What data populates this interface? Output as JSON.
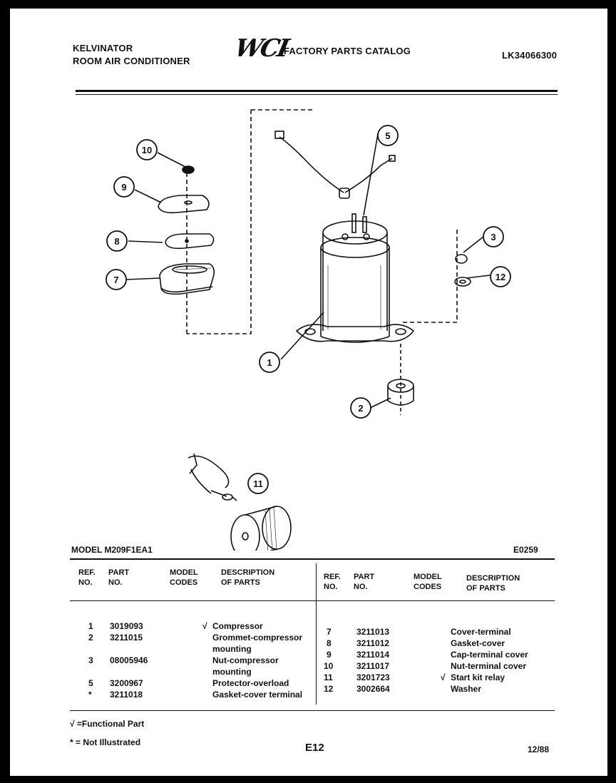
{
  "header": {
    "brand_line1": "KELVINATOR",
    "brand_line2": "ROOM AIR CONDITIONER",
    "logo_text": "WCI",
    "catalog_title": "FACTORY PARTS CATALOG",
    "catalog_number": "LK34066300"
  },
  "diagram": {
    "callouts": [
      "1",
      "2",
      "3",
      "5",
      "7",
      "8",
      "9",
      "10",
      "11",
      "12"
    ]
  },
  "model_line": {
    "model": "MODEL M209F1EA1",
    "code": "E0259"
  },
  "table": {
    "headers": {
      "ref": "REF.\nNO.",
      "part": "PART\nNO.",
      "model": "MODEL\nCODES",
      "desc": "DESCRIPTION\nOF PARTS"
    },
    "left_rows": [
      {
        "ref": "1",
        "part": "3019093",
        "code": "√",
        "desc": "Compressor"
      },
      {
        "ref": "2",
        "part": "3211015",
        "code": "",
        "desc": "Grommet-compressor\nmounting"
      },
      {
        "ref": "3",
        "part": "08005946",
        "code": "",
        "desc": "Nut-compressor\nmounting"
      },
      {
        "ref": "5",
        "part": "3200967",
        "code": "",
        "desc": "Protector-overload"
      },
      {
        "ref": "*",
        "part": "3211018",
        "code": "",
        "desc": "Gasket-cover terminal"
      }
    ],
    "right_rows": [
      {
        "ref": "7",
        "part": "3211013",
        "code": "",
        "desc": "Cover-terminal"
      },
      {
        "ref": "8",
        "part": "3211012",
        "code": "",
        "desc": "Gasket-cover"
      },
      {
        "ref": "9",
        "part": "3211014",
        "code": "",
        "desc": "Cap-terminal cover"
      },
      {
        "ref": "10",
        "part": "3211017",
        "code": "",
        "desc": "Nut-terminal cover"
      },
      {
        "ref": "11",
        "part": "3201723",
        "code": "√",
        "desc": "Start kit relay"
      },
      {
        "ref": "12",
        "part": "3002664",
        "code": "",
        "desc": "Washer"
      }
    ]
  },
  "footer": {
    "legend_functional": "√ =Functional Part",
    "legend_not_illustrated": "* = Not Illustrated",
    "page": "E12",
    "date": "12/88"
  }
}
